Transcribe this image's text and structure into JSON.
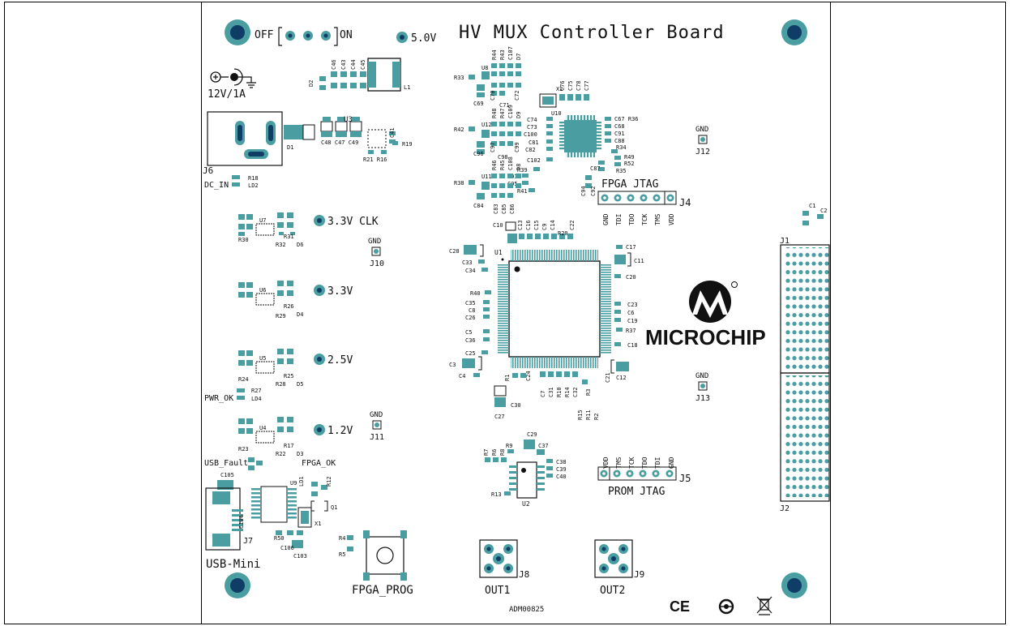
{
  "board": {
    "title": "HV MUX Controller Board",
    "power_switch": {
      "off": "OFF",
      "on": "ON"
    },
    "test_5v": "5.0V",
    "power_input": "12V/1A",
    "jack": "J6",
    "dc_in": "DC_IN",
    "rails": [
      {
        "label": "3.3V CLK",
        "reg": "U7"
      },
      {
        "label": "3.3V",
        "reg": "U6"
      },
      {
        "label": "2.5V",
        "reg": "U5"
      },
      {
        "label": "1.2V",
        "reg": "U4"
      }
    ],
    "gnd_points": [
      {
        "label": "GND",
        "ref": "J10"
      },
      {
        "label": "GND",
        "ref": "J11"
      },
      {
        "label": "GND",
        "ref": "J12"
      },
      {
        "label": "GND",
        "ref": "J13"
      }
    ],
    "pwr_ok": "PWR_OK",
    "usb_fault": "USB_Fault",
    "fpga_ok": "FPGA_OK",
    "usb_mini": "USB-Mini",
    "usb_ref": "J7",
    "fpga_prog": "FPGA_PROG",
    "fpga_jtag": {
      "title": "FPGA JTAG",
      "ref": "J4",
      "pins": [
        "GND",
        "TDI",
        "TDO",
        "TCK",
        "TMS",
        "VDD"
      ]
    },
    "prom_jtag": {
      "title": "PROM JTAG",
      "ref": "J5",
      "pins": [
        "VDD",
        "TMS",
        "TCK",
        "TDO",
        "TDI",
        "GND"
      ]
    },
    "outputs": [
      {
        "label": "OUT1",
        "ref": "J8"
      },
      {
        "label": "OUT2",
        "ref": "J9"
      }
    ],
    "connectors": {
      "upper": "J1",
      "lower": "J2"
    },
    "brand": "MICROCHIP",
    "doc_number": "ADM00825",
    "cert_ce": "CE",
    "chip_refs": {
      "fpga": "U1",
      "prom": "U2",
      "usb": "U9",
      "reg": "U3",
      "osc": "X2",
      "mcu": "U10",
      "inductor": "L1",
      "diode": "D1"
    }
  },
  "colors": {
    "pad": "#4a9ea2",
    "pad_dark": "#2f7e85",
    "ink": "#111111"
  }
}
